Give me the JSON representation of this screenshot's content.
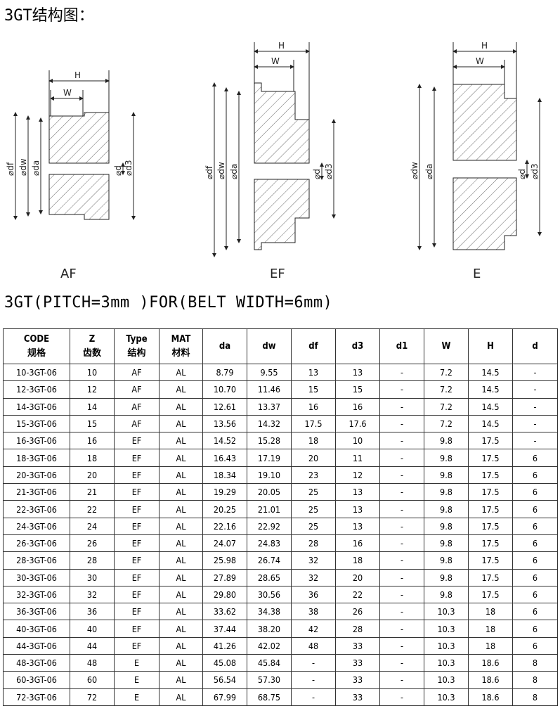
{
  "title": "3GT结构图：",
  "drawing_labels": {
    "H": "H",
    "W": "W",
    "df": "⌀df",
    "dw": "⌀dw",
    "da": "⌀da",
    "d": "⌀d",
    "d3": "⌀d3",
    "type_af": "AF",
    "type_ef": "EF",
    "type_e": "E"
  },
  "spec_heading": "3GT(PITCH=3mm )FOR(BELT WIDTH=6mm)",
  "table": {
    "headers": [
      [
        "CODE",
        "规格"
      ],
      [
        "Z",
        "齿数"
      ],
      [
        "Type",
        "结构"
      ],
      [
        "MAT",
        "材料"
      ],
      [
        "da"
      ],
      [
        "dw"
      ],
      [
        "df"
      ],
      [
        "d3"
      ],
      [
        "d1"
      ],
      [
        "W"
      ],
      [
        "H"
      ],
      [
        "d"
      ]
    ],
    "rows": [
      [
        "10-3GT-06",
        "10",
        "AF",
        "AL",
        "8.79",
        "9.55",
        "13",
        "13",
        "-",
        "7.2",
        "14.5",
        "-"
      ],
      [
        "12-3GT-06",
        "12",
        "AF",
        "AL",
        "10.70",
        "11.46",
        "15",
        "15",
        "-",
        "7.2",
        "14.5",
        "-"
      ],
      [
        "14-3GT-06",
        "14",
        "AF",
        "AL",
        "12.61",
        "13.37",
        "16",
        "16",
        "-",
        "7.2",
        "14.5",
        "-"
      ],
      [
        "15-3GT-06",
        "15",
        "AF",
        "AL",
        "13.56",
        "14.32",
        "17.5",
        "17.6",
        "-",
        "7.2",
        "14.5",
        "-"
      ],
      [
        "16-3GT-06",
        "16",
        "EF",
        "AL",
        "14.52",
        "15.28",
        "18",
        "10",
        "-",
        "9.8",
        "17.5",
        "-"
      ],
      [
        "18-3GT-06",
        "18",
        "EF",
        "AL",
        "16.43",
        "17.19",
        "20",
        "11",
        "-",
        "9.8",
        "17.5",
        "6"
      ],
      [
        "20-3GT-06",
        "20",
        "EF",
        "AL",
        "18.34",
        "19.10",
        "23",
        "12",
        "-",
        "9.8",
        "17.5",
        "6"
      ],
      [
        "21-3GT-06",
        "21",
        "EF",
        "AL",
        "19.29",
        "20.05",
        "25",
        "13",
        "-",
        "9.8",
        "17.5",
        "6"
      ],
      [
        "22-3GT-06",
        "22",
        "EF",
        "AL",
        "20.25",
        "21.01",
        "25",
        "13",
        "-",
        "9.8",
        "17.5",
        "6"
      ],
      [
        "24-3GT-06",
        "24",
        "EF",
        "AL",
        "22.16",
        "22.92",
        "25",
        "13",
        "-",
        "9.8",
        "17.5",
        "6"
      ],
      [
        "26-3GT-06",
        "26",
        "EF",
        "AL",
        "24.07",
        "24.83",
        "28",
        "16",
        "-",
        "9.8",
        "17.5",
        "6"
      ],
      [
        "28-3GT-06",
        "28",
        "EF",
        "AL",
        "25.98",
        "26.74",
        "32",
        "18",
        "-",
        "9.8",
        "17.5",
        "6"
      ],
      [
        "30-3GT-06",
        "30",
        "EF",
        "AL",
        "27.89",
        "28.65",
        "32",
        "20",
        "-",
        "9.8",
        "17.5",
        "6"
      ],
      [
        "32-3GT-06",
        "32",
        "EF",
        "AL",
        "29.80",
        "30.56",
        "36",
        "22",
        "-",
        "9.8",
        "17.5",
        "6"
      ],
      [
        "36-3GT-06",
        "36",
        "EF",
        "AL",
        "33.62",
        "34.38",
        "38",
        "26",
        "-",
        "10.3",
        "18",
        "6"
      ],
      [
        "40-3GT-06",
        "40",
        "EF",
        "AL",
        "37.44",
        "38.20",
        "42",
        "28",
        "-",
        "10.3",
        "18",
        "6"
      ],
      [
        "44-3GT-06",
        "44",
        "EF",
        "AL",
        "41.26",
        "42.02",
        "48",
        "33",
        "-",
        "10.3",
        "18",
        "6"
      ],
      [
        "48-3GT-06",
        "48",
        "E",
        "AL",
        "45.08",
        "45.84",
        "-",
        "33",
        "-",
        "10.3",
        "18.6",
        "8"
      ],
      [
        "60-3GT-06",
        "60",
        "E",
        "AL",
        "56.54",
        "57.30",
        "-",
        "33",
        "-",
        "10.3",
        "18.6",
        "8"
      ],
      [
        "72-3GT-06",
        "72",
        "E",
        "AL",
        "67.99",
        "68.75",
        "-",
        "33",
        "-",
        "10.3",
        "18.6",
        "8"
      ]
    ]
  }
}
